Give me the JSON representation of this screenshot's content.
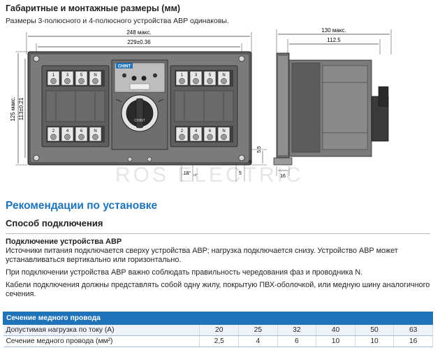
{
  "header": {
    "title": "Габаритные и монтажные размеры (мм)",
    "subtitle": "Размеры 3-полюсного и 4-полюсного устройства АВР одинаковы."
  },
  "drawing": {
    "front": {
      "dim_total_width": "248 макс.",
      "dim_mount_width": "229±0.36",
      "dim_total_height": "125 макс.",
      "dim_mount_height": "113±0.21",
      "dim_angle": "18°",
      "dim_angle_tol": "+2°",
      "dim_bottom": "5",
      "dim_radius": "R",
      "dim_side_gap": "5.5",
      "brand": "CHINT",
      "terminal_labels_top": [
        "1",
        "3",
        "5",
        "N"
      ],
      "terminal_labels_bottom": [
        "2",
        "4",
        "6",
        "N"
      ],
      "handle_label": "CHINT"
    },
    "side": {
      "dim_depth_max": "130 макс.",
      "dim_depth": "112.5",
      "dim_base": "16"
    },
    "watermark": "ROS ELECTRIC"
  },
  "section": {
    "title": "Рекомендации по установке",
    "subtitle": "Способ подключения",
    "subheading": "Подключение устройства АВР",
    "paragraphs": [
      "Источники питания подключается сверху устройства АВР; нагрузка подключается снизу. Устройство АВР может устанавливаться вертикально или горизонтально.",
      "При подключении устройства АВР важно соблюдать правильность чередования фаз и проводника N.",
      "Кабели подключения должны представлять собой одну жилу, покрытую ПВХ-оболочкой, или медную шину аналогичного сечения."
    ]
  },
  "table": {
    "header": "Сечение медного провода",
    "rows": [
      {
        "label": "Допустимая нагрузка по току (А)",
        "values": [
          "20",
          "25",
          "32",
          "40",
          "50",
          "63"
        ]
      },
      {
        "label": "Сечение медного провода (мм²)",
        "values": [
          "2,5",
          "4",
          "6",
          "10",
          "10",
          "16"
        ]
      }
    ]
  },
  "colors": {
    "accent": "#1e73b9",
    "device_dark": "#4a4a4a",
    "device_mid": "#8a8a8a"
  }
}
